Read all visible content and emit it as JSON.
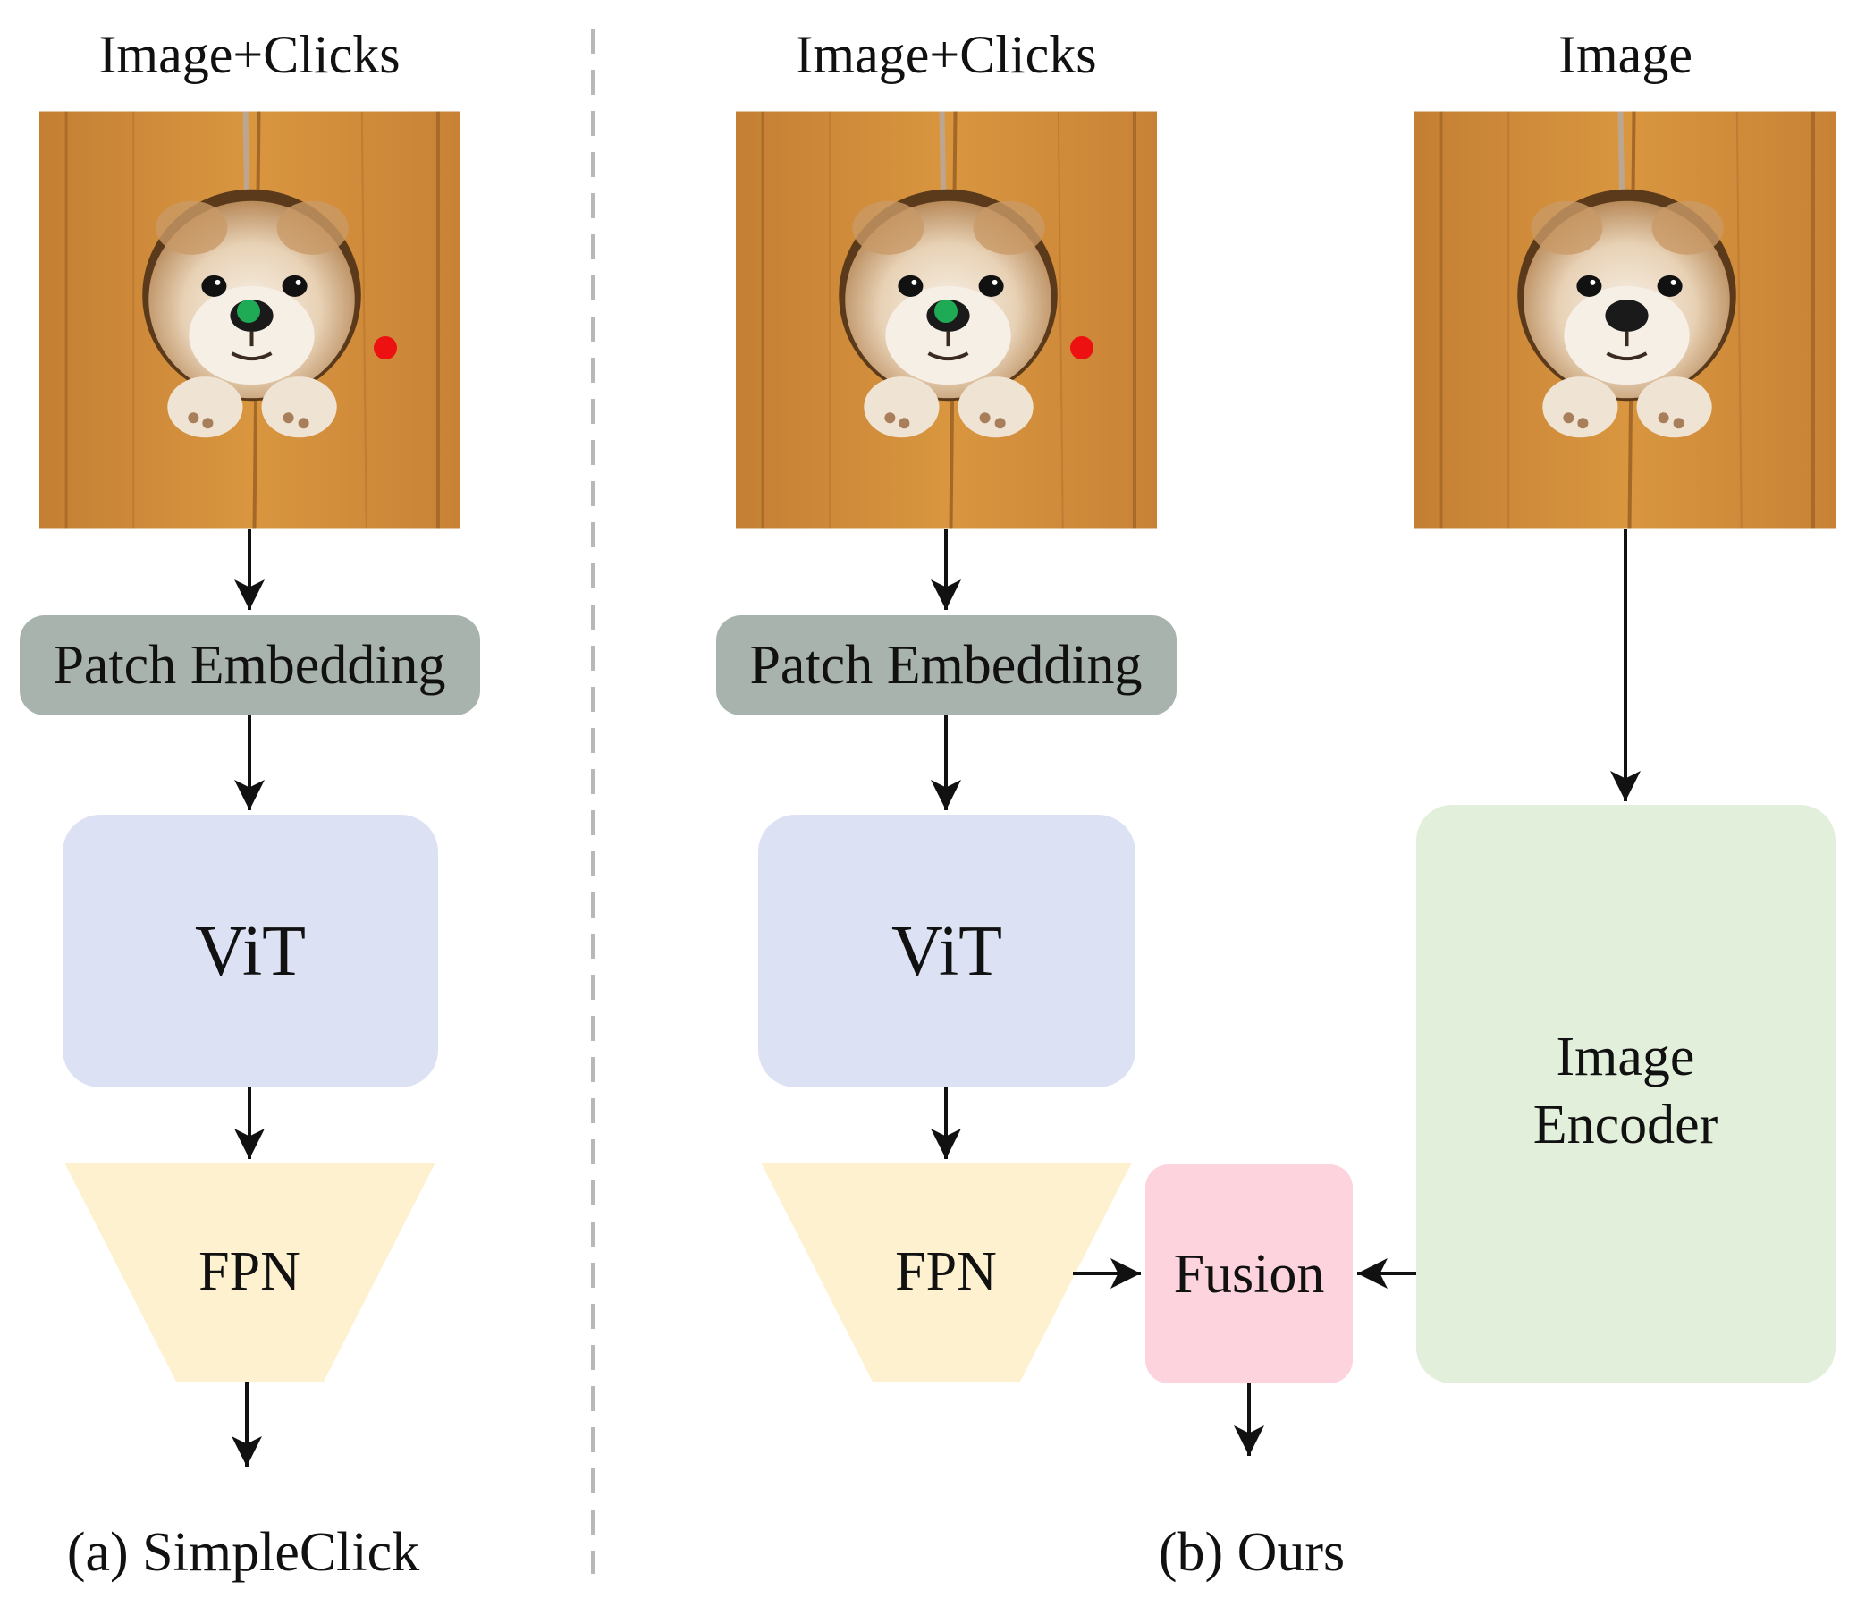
{
  "panel_a": {
    "input_label": "Image+Clicks",
    "patch_label": "Patch Embedding",
    "vit_label": "ViT",
    "fpn_label": "FPN",
    "caption": "(a) SimpleClick"
  },
  "panel_b": {
    "input_label": "Image+Clicks",
    "image_label": "Image",
    "patch_label": "Patch Embedding",
    "vit_label": "ViT",
    "fpn_label": "FPN",
    "fusion_label": "Fusion",
    "encoder_label_line1": "Image",
    "encoder_label_line2": "Encoder",
    "caption": "(b) Ours"
  },
  "colors": {
    "patch": "#a9b3ad",
    "vit": "#dce2f4",
    "fpn": "#fdf1cf",
    "fusion": "#fdd3de",
    "encoder": "#e2efda",
    "positive_click": "#1faa55",
    "negative_click": "#ee1111",
    "wood": "#cf8b3e"
  }
}
